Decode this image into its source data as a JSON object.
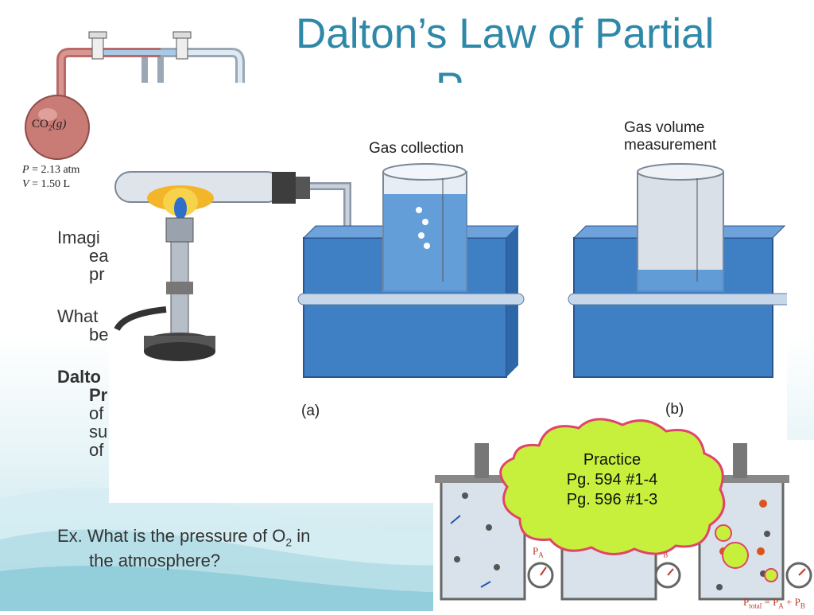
{
  "slide": {
    "title_line1": "Dalton’s Law of Partial",
    "title_line2": "P",
    "bullets": [
      {
        "first": "Imagi",
        "cont": [
          "ea",
          "pr"
        ]
      },
      {
        "first": "What",
        "cont": [
          "be"
        ]
      },
      {
        "first": "Dalto",
        "cont": [
          "Pr",
          "of",
          "su",
          "of"
        ]
      }
    ],
    "example_prefix": "Ex. What is the pressure of O",
    "example_sub": "2",
    "example_suffix": " in",
    "example_line2": "the atmosphere?"
  },
  "flask_figure": {
    "gas_main": "CO",
    "gas_sub": "2",
    "gas_state": "(g)",
    "pressure_var": "P",
    "pressure_val": " = 2.13 atm",
    "volume_var": "V",
    "volume_val": " = 1.50 L"
  },
  "apparatus_figure": {
    "label_collection": "Gas collection",
    "label_volume_1": "Gas volume",
    "label_volume_2": "measurement",
    "label_a": "(a)",
    "label_b": "(b)"
  },
  "piston_figure": {
    "pa_main": "P",
    "pa_sub": "A",
    "pb_main": "P",
    "pb_sub": "B",
    "ptotal_main": "P",
    "ptotal_sub": "total",
    "ptotal_eq": " = P",
    "ptotal_a": "A",
    "ptotal_plus": " + P",
    "ptotal_b": "B"
  },
  "callout": {
    "line1": "Practice",
    "line2": "Pg. 594 #1-4",
    "line3": "Pg. 596 #1-3"
  },
  "colors": {
    "title": "#2e88a8",
    "water": "#3f7fc4",
    "cloud": "#c7f03c",
    "cloud_border": "#e0456a"
  }
}
